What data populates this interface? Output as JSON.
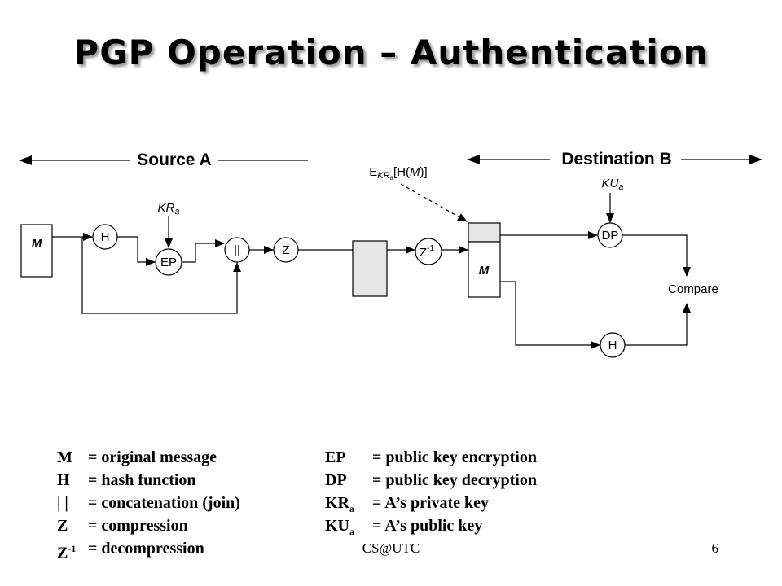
{
  "title": "PGP Operation – Authentication",
  "diagram": {
    "source_label": "Source A",
    "destination_label": "Destination B",
    "source_key": "KR",
    "source_key_sub": "a",
    "dest_key": "KU",
    "dest_key_sub": "a",
    "signature_label": {
      "e": "E",
      "key": "KR",
      "key_sub": "a",
      "rest_open": "[H(",
      "m": "M",
      "rest_close": ")]"
    },
    "nodes": {
      "message_src": "M",
      "hash_src": "H",
      "encrypt": "EP",
      "concat": "||",
      "compress": "Z",
      "decompress": "Z",
      "decompress_sup": "-1",
      "message_dst": "M",
      "decrypt": "DP",
      "hash_dst": "H",
      "compare": "Compare"
    }
  },
  "legend": {
    "left": [
      {
        "symbol": "M",
        "definition": "= original message"
      },
      {
        "symbol": "H",
        "definition": "= hash function"
      },
      {
        "symbol": "| |",
        "definition": "= concatenation (join)"
      },
      {
        "symbol": "Z",
        "definition": "= compression"
      },
      {
        "symbol": "Z",
        "sup": "-1",
        "definition": "= decompression"
      }
    ],
    "right": [
      {
        "symbol": "EP",
        "definition": "= public key encryption"
      },
      {
        "symbol": "DP",
        "definition": "= public key decryption"
      },
      {
        "symbol": "KR",
        "sub": "a",
        "definition": "= A’s private key"
      },
      {
        "symbol": "KU",
        "sub": "a",
        "definition": "= A’s public key"
      }
    ]
  },
  "footer": {
    "center": "CS@UTC",
    "page": "6"
  }
}
